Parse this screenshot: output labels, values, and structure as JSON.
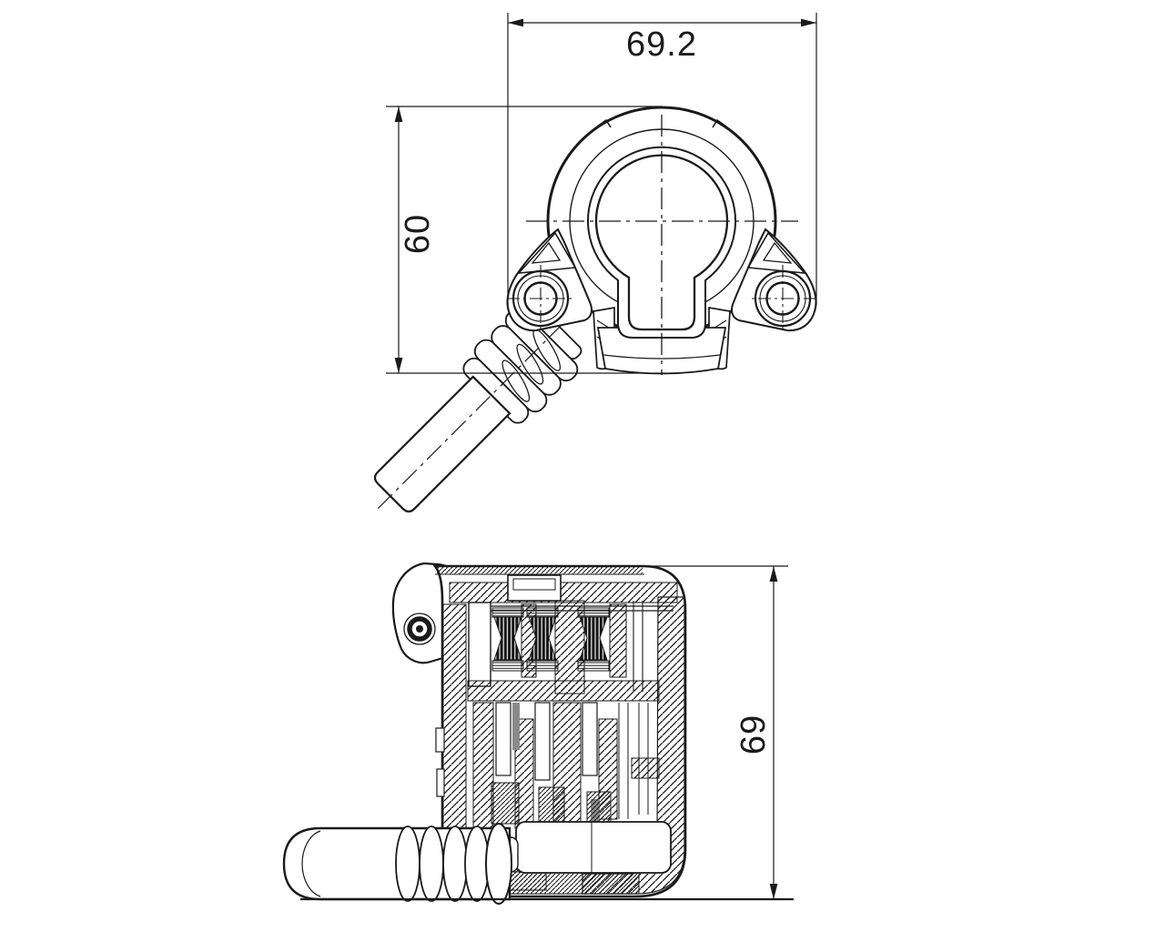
{
  "drawing": {
    "background_color": "#ffffff",
    "line_color": "#1a1a1a",
    "dimensions": {
      "overall_width": {
        "value": "69.2"
      },
      "body_height": {
        "value": "60"
      },
      "overall_height": {
        "value": "69"
      }
    }
  }
}
